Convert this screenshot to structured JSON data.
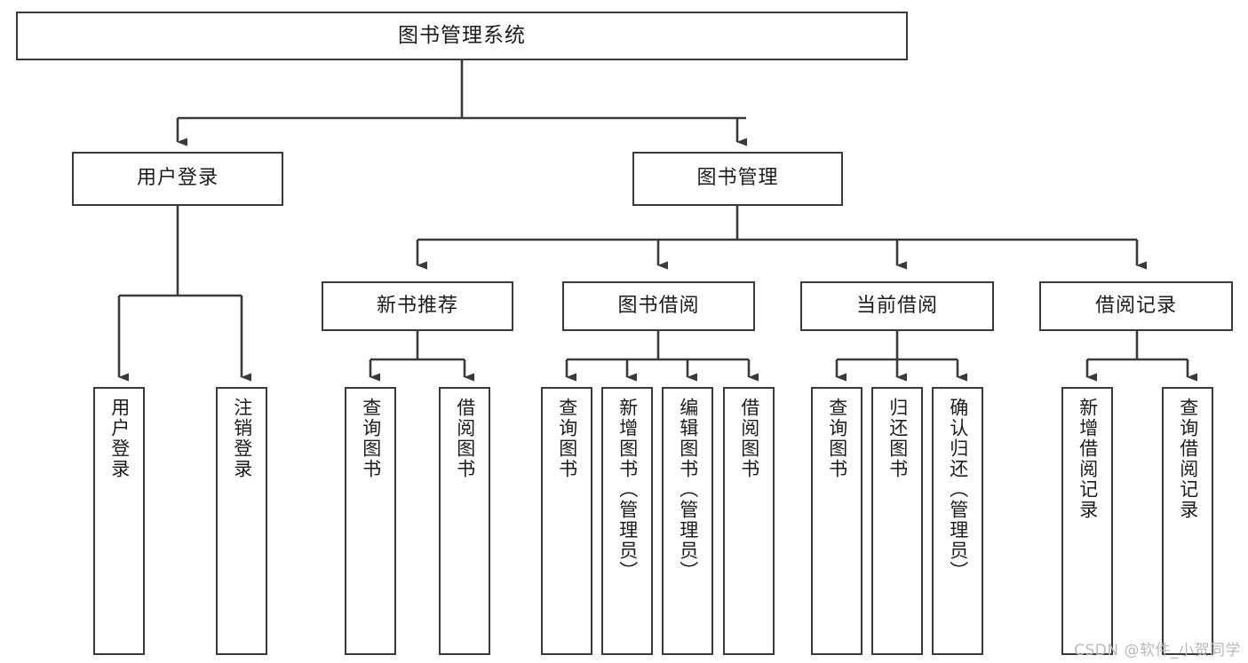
{
  "diagram": {
    "title": "图书管理系统",
    "type": "tree-hierarchy",
    "colors": {
      "border": "#3a3a3a",
      "edge": "#3a3a3a",
      "background": "#ffffff",
      "text": "#1c1c1c",
      "watermark": "#b9b9b9"
    },
    "root": {
      "label": "图书管理系统"
    },
    "level2": [
      {
        "label": "用户登录"
      },
      {
        "label": "图书管理"
      }
    ],
    "level3": [
      {
        "label": "新书推荐"
      },
      {
        "label": "图书借阅"
      },
      {
        "label": "当前借阅"
      },
      {
        "label": "借阅记录"
      }
    ],
    "leaves_user_login": [
      {
        "label": "用户登录"
      },
      {
        "label": "注销登录"
      }
    ],
    "leaves_new_book": [
      {
        "label": "查询图书"
      },
      {
        "label": "借阅图书"
      }
    ],
    "leaves_borrow": [
      {
        "label": "查询图书"
      },
      {
        "label": "新增图书（管理员）"
      },
      {
        "label": "编辑图书（管理员）"
      },
      {
        "label": "借阅图书"
      }
    ],
    "leaves_current": [
      {
        "label": "查询图书"
      },
      {
        "label": "归还图书"
      },
      {
        "label": "确认归还（管理员）"
      }
    ],
    "leaves_record": [
      {
        "label": "新增借阅记录"
      },
      {
        "label": "查询借阅记录"
      }
    ],
    "watermark": "CSDN @软件_小贺同学"
  }
}
